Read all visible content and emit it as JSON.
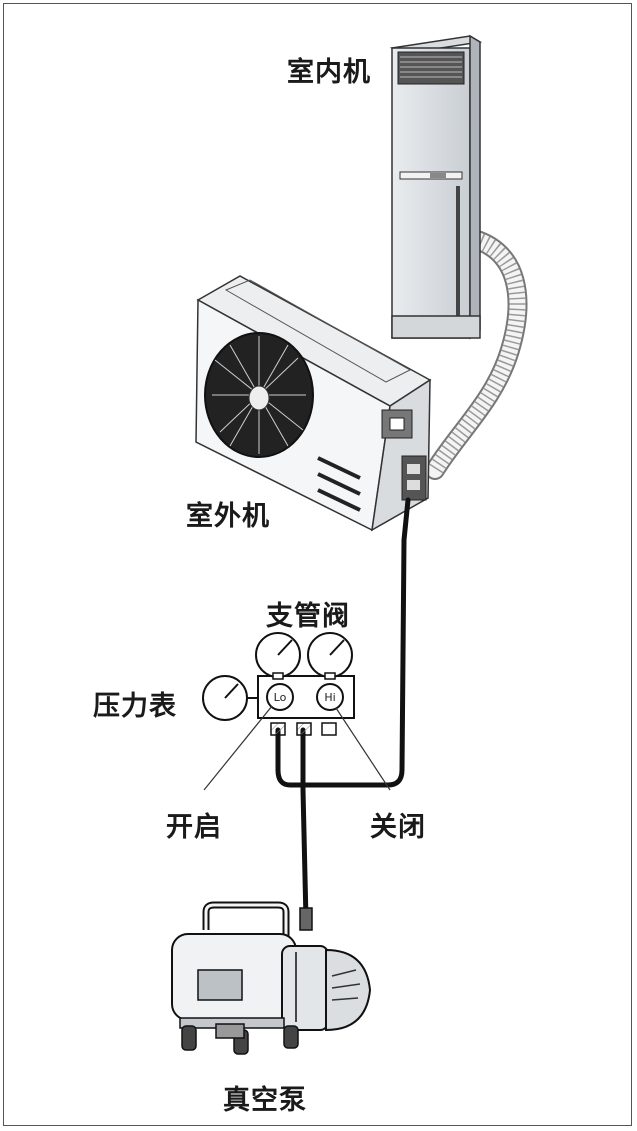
{
  "labels": {
    "indoor_unit": "室内机",
    "outdoor_unit": "室外机",
    "manifold_valve": "支管阀",
    "pressure_gauge": "压力表",
    "open": "开启",
    "closed": "关闭",
    "vacuum_pump": "真空泵"
  },
  "manifold": {
    "low_side": "Lo",
    "high_side": "Hi"
  }
}
